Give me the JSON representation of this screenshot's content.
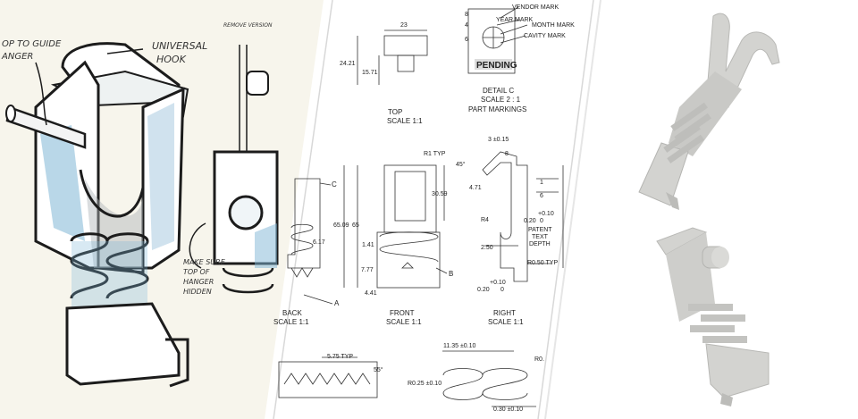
{
  "sketch": {
    "notes": [
      "OP TO GUIDE",
      "ANGER",
      "UNIVERSAL",
      "HOOK",
      "REMOVE VERSION",
      "MAKE SURE",
      "TOP OF",
      "HANGER",
      "HIDDEN"
    ],
    "marker_colors": {
      "ink": "#1c1c1c",
      "blue": "#7fb6d6",
      "gray": "#aeb4b8"
    }
  },
  "drawing": {
    "top_view": {
      "dim_width": "23",
      "dim_height_a": "24.21",
      "dim_height_b": "15.71",
      "title": "TOP",
      "scale": "SCALE 1:1"
    },
    "detail_c": {
      "marks": [
        "VENDOR MARK",
        "YEAR MARK",
        "MONTH MARK",
        "CAVITY MARK"
      ],
      "nums": [
        "8",
        "6",
        "4"
      ],
      "stamp": "PENDING",
      "title": "DETAIL C",
      "scale": "SCALE 2 : 1",
      "sub": "PART MARKINGS"
    },
    "back_view": {
      "callout_c": "C",
      "callout_a": "A",
      "dim": "6.17",
      "title": "BACK",
      "scale": "SCALE 1:1"
    },
    "front_view": {
      "r1": "R1 TYP",
      "d1": "30.59",
      "d2": "65.09",
      "d3": "65",
      "d4": "1.41",
      "d5": "7.77",
      "d6": "4.41",
      "callout_b": "B",
      "title": "FRONT",
      "scale": "SCALE 1:1"
    },
    "right_view": {
      "d1": "3 ±0.15",
      "d2": "8",
      "angle": "45°",
      "d3": "4.71",
      "d4": "1",
      "d5": "6",
      "r4": "R4",
      "d6": "0.20",
      "tol": "+0.10",
      "d7": "0",
      "patent": [
        "PATENT",
        "TEXT",
        "DEPTH"
      ],
      "d8": "2.50",
      "r05": "R0.50 TYP",
      "tol2": "+0.10",
      "d9": "0.20",
      "d10": "0",
      "title": "RIGHT",
      "scale": "SCALE 1:1"
    },
    "section_bottom": {
      "d1": "5.75 TYP",
      "angle": "55°"
    },
    "detail_bottom": {
      "d1": "11.35 ±0.10",
      "d2": "R0.25 ±0.10",
      "d3": "0.30 ±0.10",
      "r": "R0."
    }
  },
  "photos": {
    "color_part": "#d3d3d0"
  }
}
